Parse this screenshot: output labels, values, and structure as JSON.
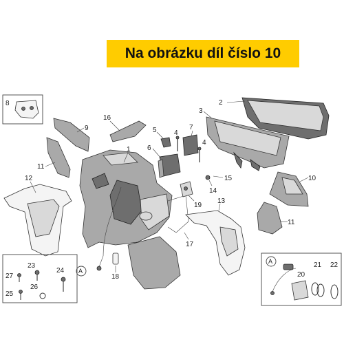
{
  "banner": {
    "text": "Na obrázku díl číslo 10",
    "color": "#ffcc00"
  },
  "callouts": {
    "c1": "1",
    "c2": "2",
    "c3": "3",
    "c4a": "4",
    "c4b": "4",
    "c5": "5",
    "c6": "6",
    "c7": "7",
    "c8": "8",
    "c9": "9",
    "c10": "10",
    "c11a": "11",
    "c11b": "11",
    "c12": "12",
    "c13": "13",
    "c14": "14",
    "c15": "15",
    "c16": "16",
    "c17": "17",
    "c18": "18",
    "c19": "19",
    "c20": "20",
    "c21": "21",
    "c22": "22",
    "c23": "23",
    "c24": "24",
    "c25": "25",
    "c26": "26",
    "c27": "27"
  },
  "connector_ref": {
    "main": "A",
    "inset": "A"
  },
  "highlight_part": "10"
}
